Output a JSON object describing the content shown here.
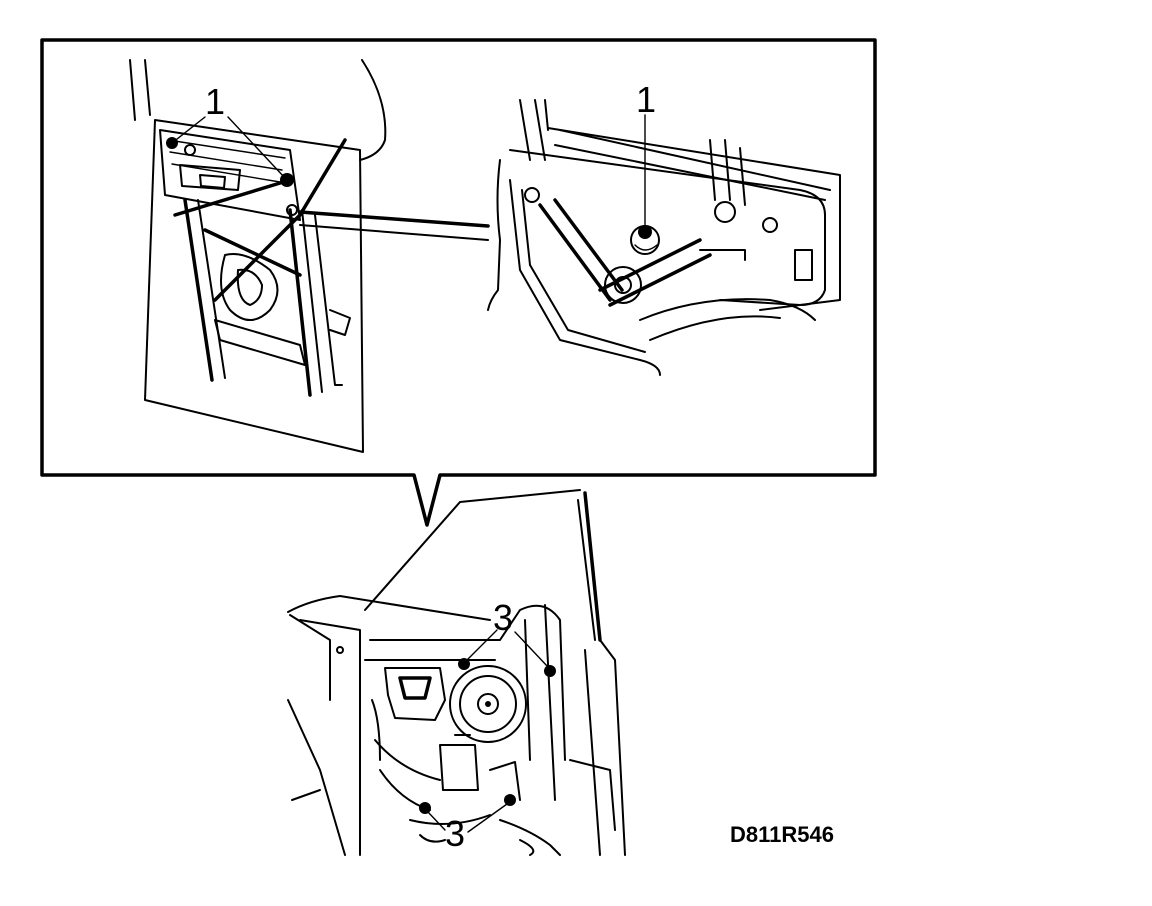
{
  "labels": {
    "detail_left_fastener": "1",
    "detail_right_fastener": "1",
    "door_upper_fasteners": "3",
    "door_lower_fasteners": "3"
  },
  "figure_code": "D811R546",
  "icons": [
    "window-regulator-illustration",
    "door-interior-illustration",
    "speaker-illustration"
  ]
}
